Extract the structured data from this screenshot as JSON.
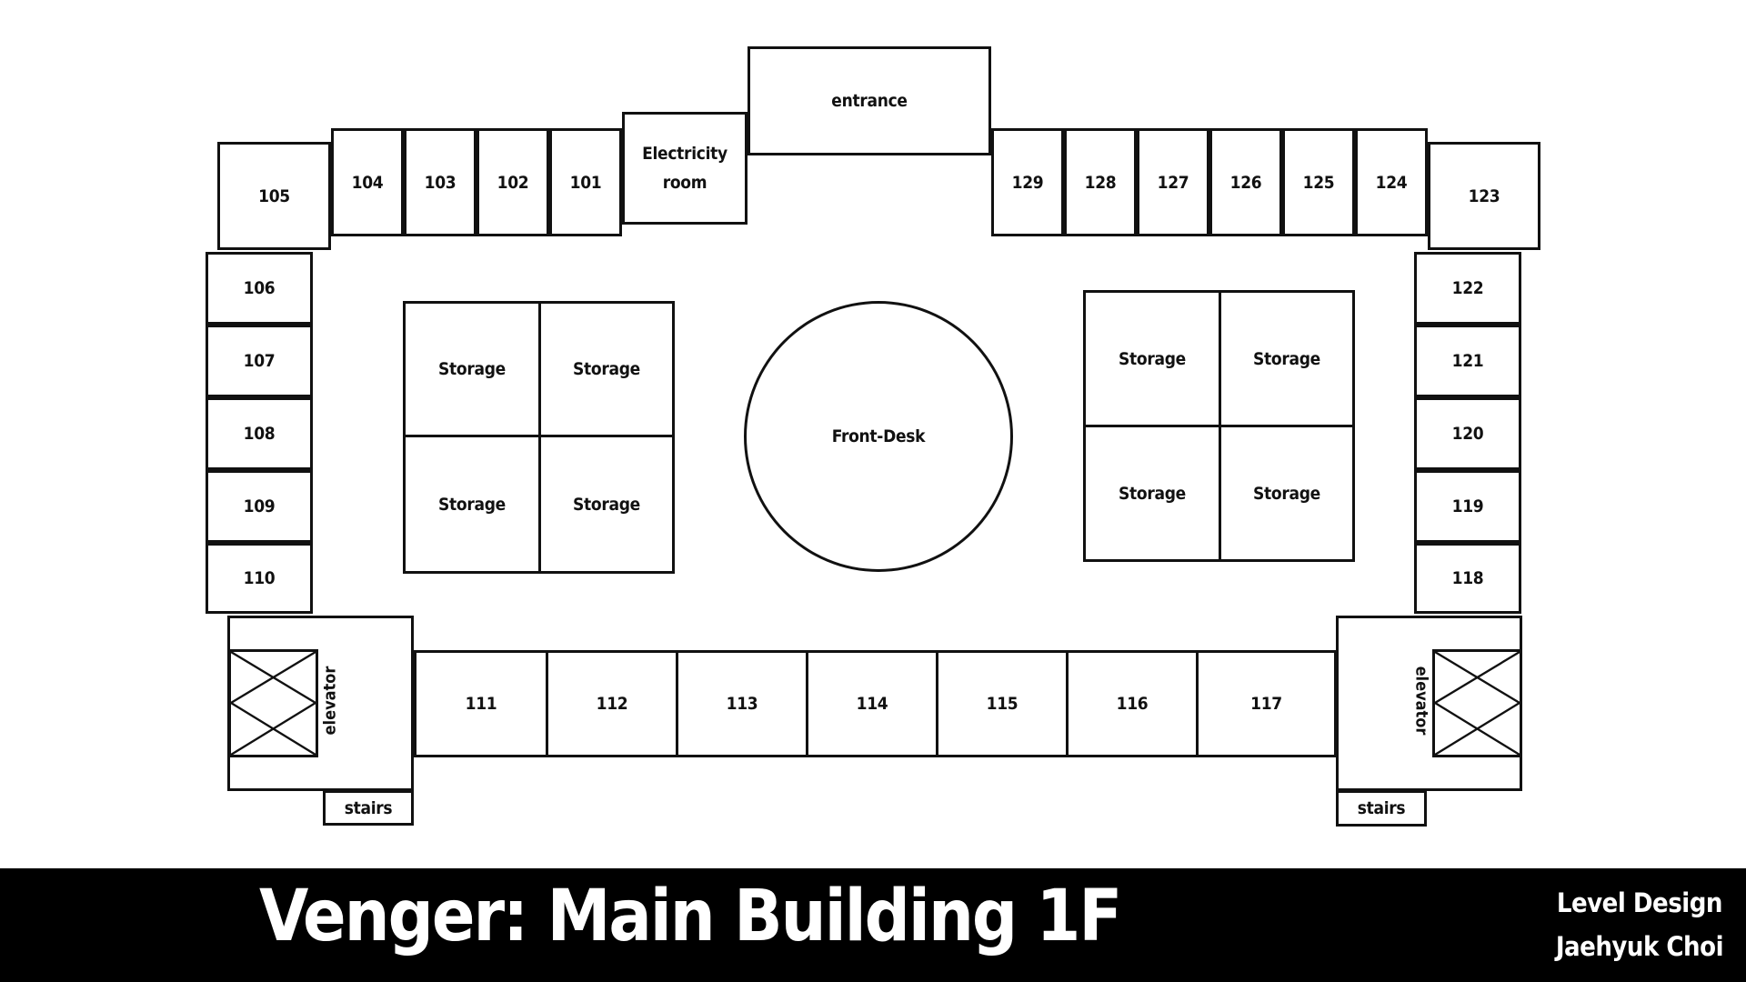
{
  "floor_plan": {
    "entrance": "entrance",
    "electricity_room": "Electricity room",
    "front_desk": "Front-Desk",
    "storage_label": "Storage",
    "elevator_label": "elevator",
    "stairs_label": "stairs",
    "top_left_rooms": [
      "105",
      "104",
      "103",
      "102",
      "101"
    ],
    "top_right_rooms": [
      "129",
      "128",
      "127",
      "126",
      "125",
      "124",
      "123"
    ],
    "left_rooms": [
      "106",
      "107",
      "108",
      "109",
      "110"
    ],
    "right_rooms": [
      "122",
      "121",
      "120",
      "119",
      "118"
    ],
    "bottom_rooms": [
      "111",
      "112",
      "113",
      "114",
      "115",
      "116",
      "117"
    ]
  },
  "footer": {
    "title": "Venger: Main Building 1F",
    "credit_line1": "Level Design",
    "credit_line2": "Jaehyuk Choi"
  },
  "colors": {
    "background": "#ffffff",
    "lines": "#111111",
    "footer_bg": "#000000",
    "footer_text": "#ffffff"
  }
}
